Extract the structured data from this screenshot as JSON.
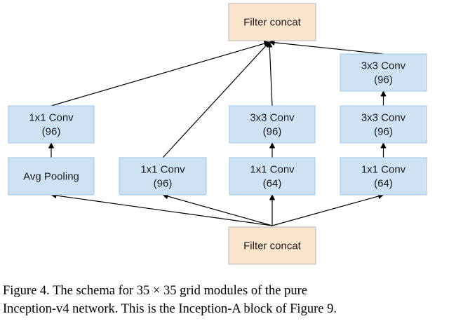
{
  "diagram": {
    "nodes": {
      "top_concat": {
        "lines": [
          "Filter concat"
        ],
        "kind": "concat"
      },
      "b1_conv": {
        "lines": [
          "1x1 Conv",
          "(96)"
        ],
        "kind": "op"
      },
      "b1_pool": {
        "lines": [
          "Avg Pooling"
        ],
        "kind": "op"
      },
      "b2_conv": {
        "lines": [
          "1x1 Conv",
          "(96)"
        ],
        "kind": "op"
      },
      "b3_conv3": {
        "lines": [
          "3x3 Conv",
          "(96)"
        ],
        "kind": "op"
      },
      "b3_conv1": {
        "lines": [
          "1x1 Conv",
          "(64)"
        ],
        "kind": "op"
      },
      "b4_conv3a": {
        "lines": [
          "3x3 Conv",
          "(96)"
        ],
        "kind": "op"
      },
      "b4_conv3b": {
        "lines": [
          "3x3 Conv",
          "(96)"
        ],
        "kind": "op"
      },
      "b4_conv1": {
        "lines": [
          "1x1 Conv",
          "(64)"
        ],
        "kind": "op"
      },
      "bottom_concat": {
        "lines": [
          "Filter concat"
        ],
        "kind": "concat"
      }
    },
    "edges": [
      {
        "from": "bottom_concat",
        "to": "b1_pool"
      },
      {
        "from": "bottom_concat",
        "to": "b2_conv"
      },
      {
        "from": "bottom_concat",
        "to": "b3_conv1"
      },
      {
        "from": "bottom_concat",
        "to": "b4_conv1"
      },
      {
        "from": "b1_pool",
        "to": "b1_conv"
      },
      {
        "from": "b3_conv1",
        "to": "b3_conv3"
      },
      {
        "from": "b4_conv1",
        "to": "b4_conv3b"
      },
      {
        "from": "b4_conv3b",
        "to": "b4_conv3a"
      },
      {
        "from": "b1_conv",
        "to": "top_concat"
      },
      {
        "from": "b2_conv",
        "to": "top_concat"
      },
      {
        "from": "b3_conv3",
        "to": "top_concat"
      },
      {
        "from": "b4_conv3a",
        "to": "top_concat"
      }
    ],
    "colors": {
      "op_fill": "#cfe2f3",
      "op_stroke": "#9fc5e8",
      "concat_fill": "#fce5cd",
      "concat_stroke": "#b7b7b7",
      "line": "#000000"
    }
  },
  "caption": {
    "line1": "Figure 4. The schema for 35 × 35 grid modules of the pure",
    "line2": "Inception-v4 network. This is the Inception-A block of Figure 9."
  }
}
